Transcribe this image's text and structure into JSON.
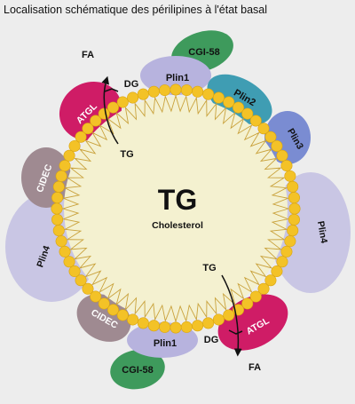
{
  "title": "Localisation schématique des périlipines à l'état basal",
  "core": {
    "main_label": "TG",
    "sub_label": "Cholesterol"
  },
  "proteins": {
    "cgi58_top": "CGI-58",
    "plin1_top": "Plin1",
    "plin2": "Plin2",
    "plin3": "Plin3",
    "plin4_right": "Plin4",
    "atgl_bottom": "ATGL",
    "plin1_bottom": "Plin1",
    "cgi58_bottom": "CGI-58",
    "cidec_bottom": "CIDEC",
    "plin4_left": "Plin4",
    "cidec_top": "CIDEC",
    "atgl_top": "ATGL"
  },
  "reaction_top": {
    "substrate": "TG",
    "intermediate": "DG",
    "product": "FA"
  },
  "reaction_bottom": {
    "substrate": "TG",
    "intermediate": "DG",
    "product": "FA"
  },
  "colors": {
    "background": "#ededed",
    "core": "#f4f1d0",
    "phospholipid_head": "#f3c227",
    "cgi58": "#3e9a5c",
    "plin1": "#b7b3de",
    "plin2": "#3f9db3",
    "plin3": "#7a8cd2",
    "plin4": "#c9c6e4",
    "atgl": "#cf1c66",
    "cidec": "#9f8a91"
  }
}
